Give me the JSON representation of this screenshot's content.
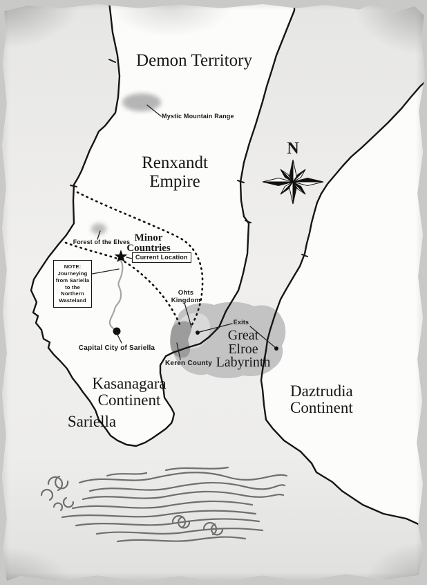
{
  "map": {
    "labels": {
      "demon_territory": "Demon Territory",
      "renxandt_empire": "Renxandt\nEmpire",
      "minor_countries": "Minor\nCountries",
      "ohts_kingdom": "Ohts\nKingdom",
      "great_elroe_labyrinth": "Great\nElroe\nLabyrinth",
      "kasanagara_continent": "Kasanagara\nContinent",
      "daztrudia_continent": "Daztrudia\nContinent",
      "sariella": "Sariella",
      "mystic_mountain_range": "Mystic Mountain Range",
      "forest_of_the_elves": "Forest of the Elves",
      "current_location": "Current Location",
      "capital_city_of_sariella": "Capital City of Sariella",
      "keren_county": "Keren County",
      "exits": "Exits"
    },
    "note": "NOTE:\nJourneying\nfrom Sariella\nto the\nNorthern\nWasteland",
    "compass": {
      "north": "N"
    },
    "colors": {
      "paper": "#f4f3f0",
      "land": "#fcfcfa",
      "sea_top": "#e6e6e4",
      "sea_mid": "#f0efed",
      "sea_bottom": "#dfdfdd",
      "ink": "#151515",
      "labyrinth_area": "#c3c3c3",
      "ohts_area": "#d9d9d9",
      "keren_area": "#9c9c9c",
      "mountain_blob": "#b5b5b5",
      "route": "#a5a5a5",
      "wave": "#6f6f6f"
    }
  }
}
